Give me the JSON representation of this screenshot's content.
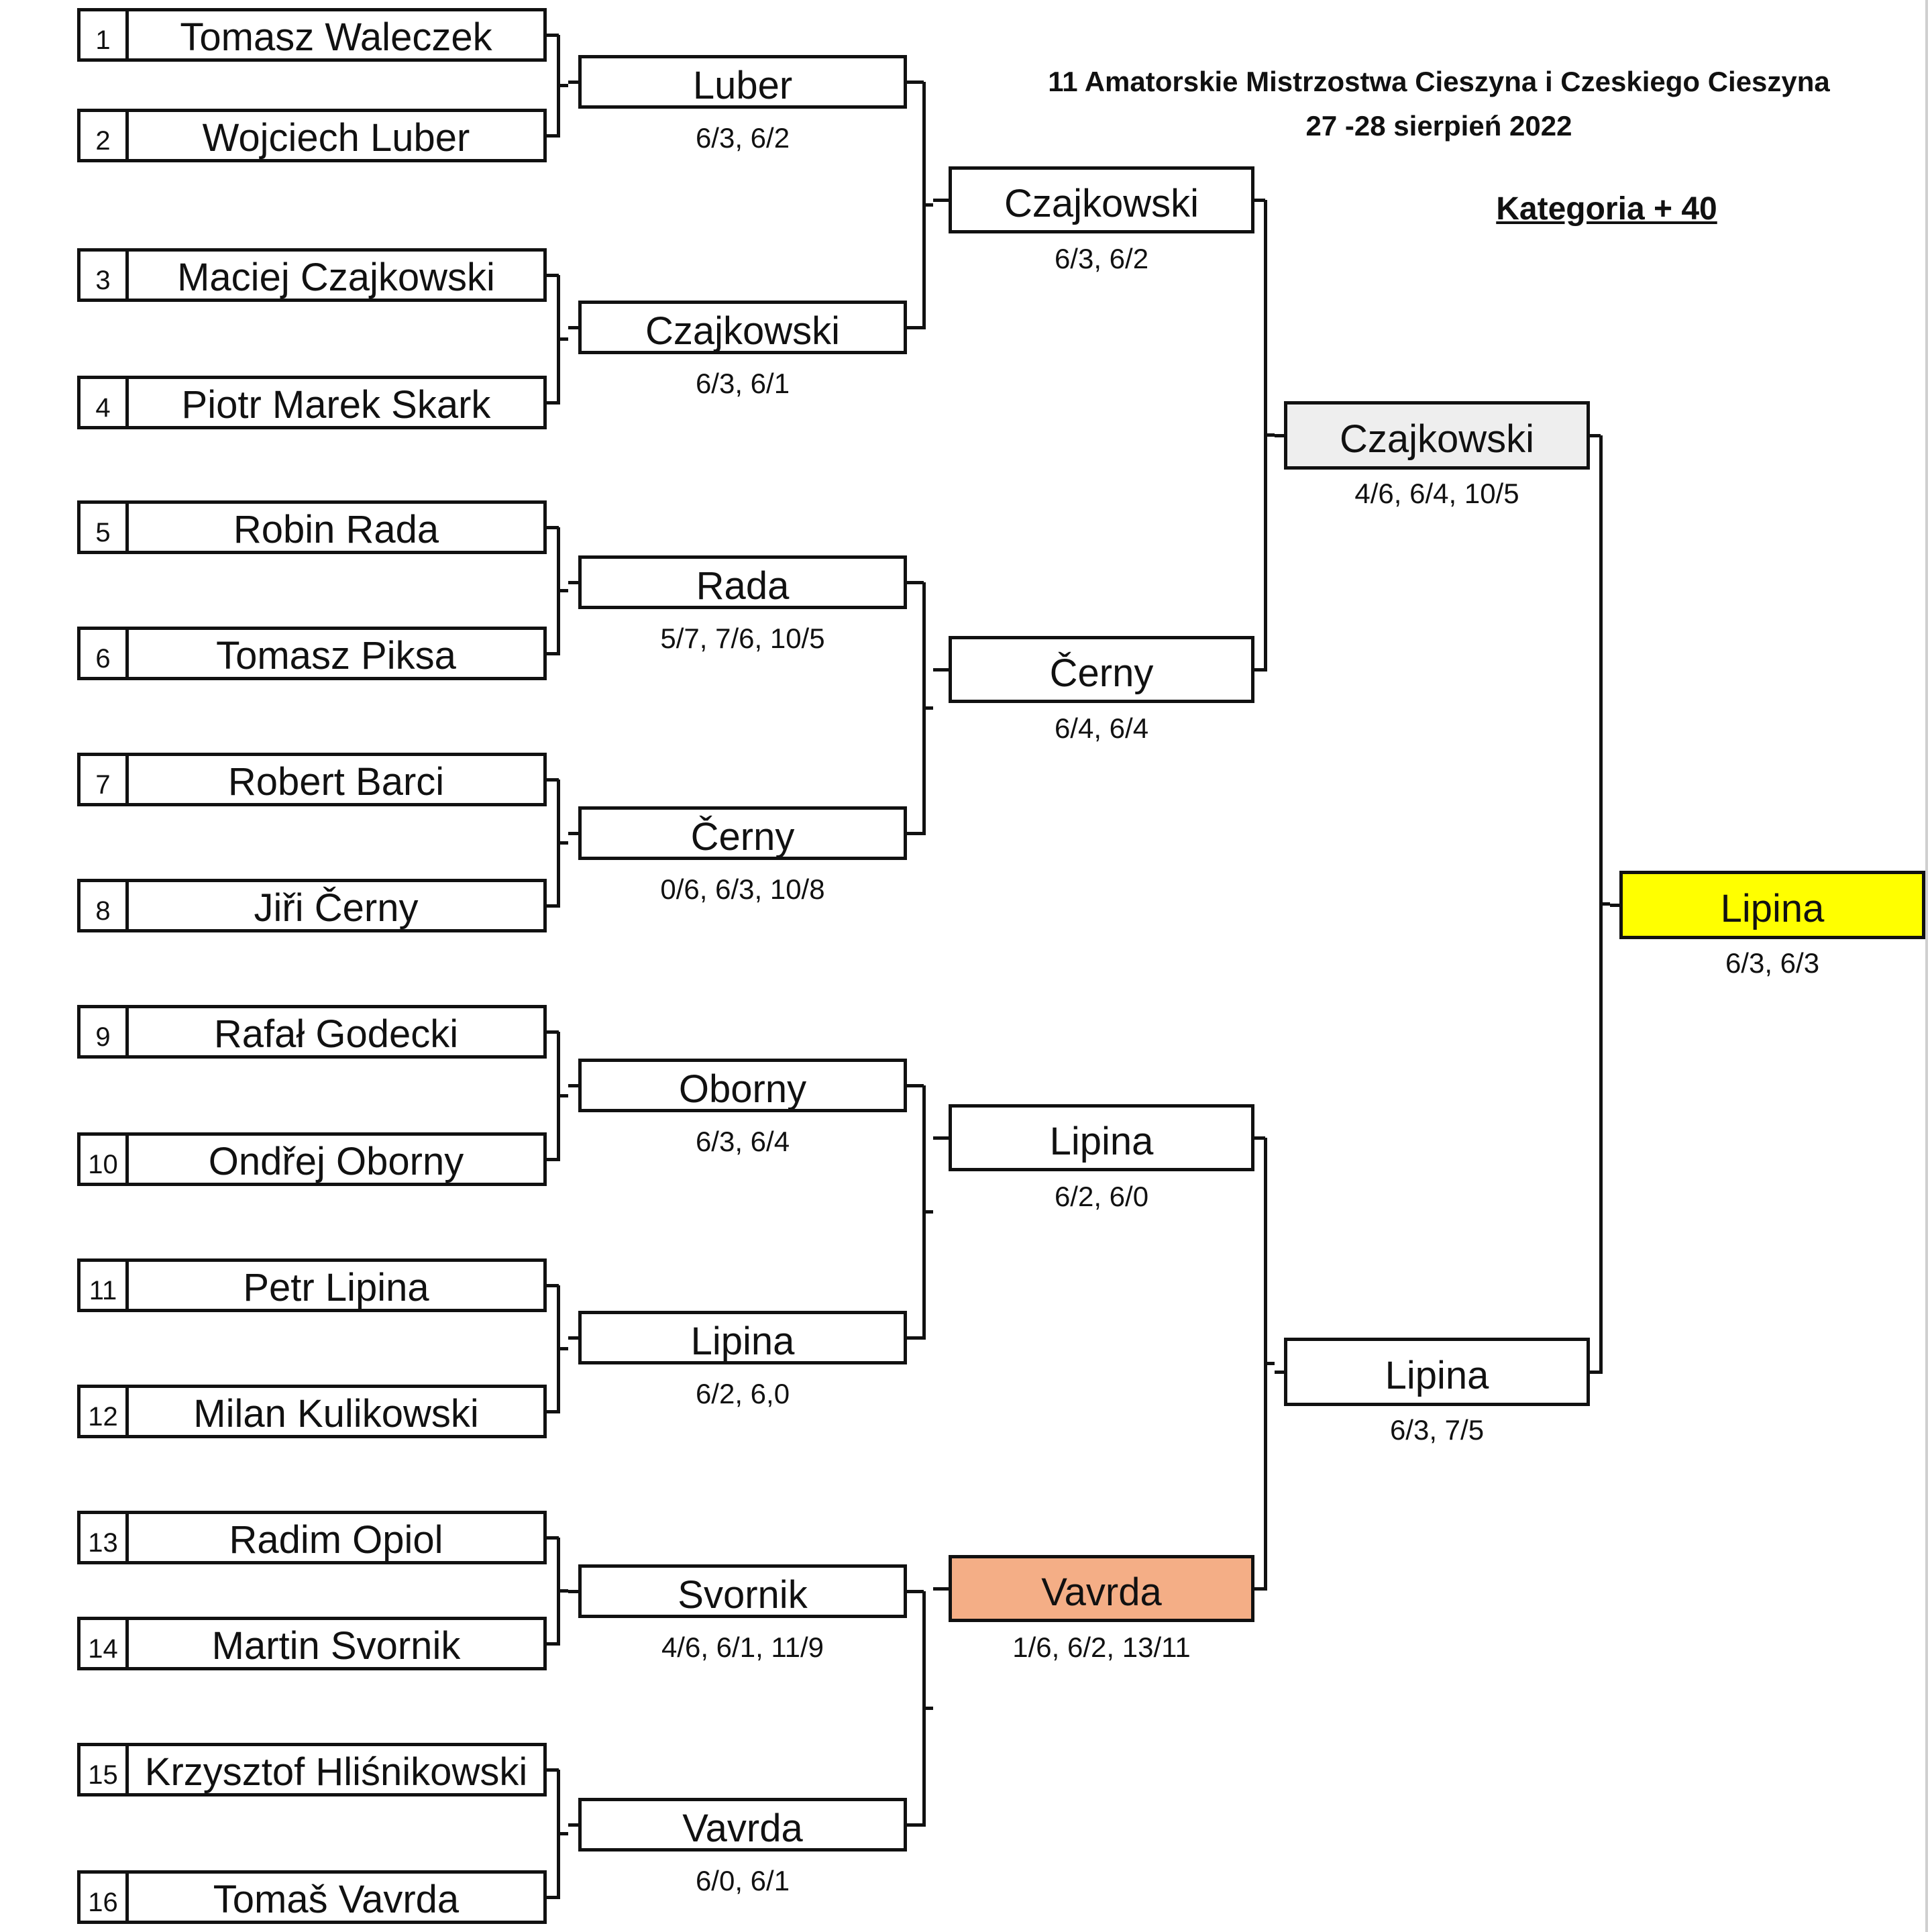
{
  "header": {
    "title": "11 Amatorskie Mistrzostwa Cieszyna i Czeskiego Cieszyna",
    "dates": "27 -28 sierpień 2022",
    "category": "Kategoria + 40"
  },
  "colors": {
    "champion_fill": "#ffff00",
    "finalist_fill": "#eeeeee",
    "highlight_fill": "#f4ae86"
  },
  "players": [
    {
      "seed": "1",
      "name": "Tomasz Waleczek"
    },
    {
      "seed": "2",
      "name": "Wojciech Luber"
    },
    {
      "seed": "3",
      "name": "Maciej Czajkowski"
    },
    {
      "seed": "4",
      "name": "Piotr Marek Skark"
    },
    {
      "seed": "5",
      "name": "Robin Rada"
    },
    {
      "seed": "6",
      "name": "Tomasz Piksa"
    },
    {
      "seed": "7",
      "name": "Robert Barci"
    },
    {
      "seed": "8",
      "name": "Jiři Černy"
    },
    {
      "seed": "9",
      "name": "Rafał Godecki"
    },
    {
      "seed": "10",
      "name": "Ondřej Oborny"
    },
    {
      "seed": "11",
      "name": "Petr Lipina"
    },
    {
      "seed": "12",
      "name": "Milan Kulikowski"
    },
    {
      "seed": "13",
      "name": "Radim Opiol"
    },
    {
      "seed": "14",
      "name": "Martin Svornik"
    },
    {
      "seed": "15",
      "name": "Krzysztof Hliśnikowski"
    },
    {
      "seed": "16",
      "name": "Tomaš Vavrda"
    }
  ],
  "rounds": [
    [
      {
        "winner": "Luber",
        "score": "6/3, 6/2"
      },
      {
        "winner": "Czajkowski",
        "score": "6/3, 6/1"
      },
      {
        "winner": "Rada",
        "score": "5/7, 7/6, 10/5"
      },
      {
        "winner": "Černy",
        "score": "0/6, 6/3, 10/8"
      },
      {
        "winner": "Oborny",
        "score": "6/3, 6/4"
      },
      {
        "winner": "Lipina",
        "score": "6/2, 6,0"
      },
      {
        "winner": "Svornik",
        "score": "4/6, 6/1, 11/9"
      },
      {
        "winner": "Vavrda",
        "score": "6/0, 6/1"
      }
    ],
    [
      {
        "winner": "Czajkowski",
        "score": "6/3, 6/2"
      },
      {
        "winner": "Černy",
        "score": "6/4, 6/4"
      },
      {
        "winner": "Lipina",
        "score": "6/2, 6/0"
      },
      {
        "winner": "Vavrda",
        "score": "1/6, 6/2, 13/11"
      }
    ],
    [
      {
        "winner": "Czajkowski",
        "score": "4/6, 6/4, 10/5"
      },
      {
        "winner": "Lipina",
        "score": "6/3, 7/5"
      }
    ],
    [
      {
        "winner": "Lipina",
        "score": "6/3, 6/3"
      }
    ]
  ]
}
